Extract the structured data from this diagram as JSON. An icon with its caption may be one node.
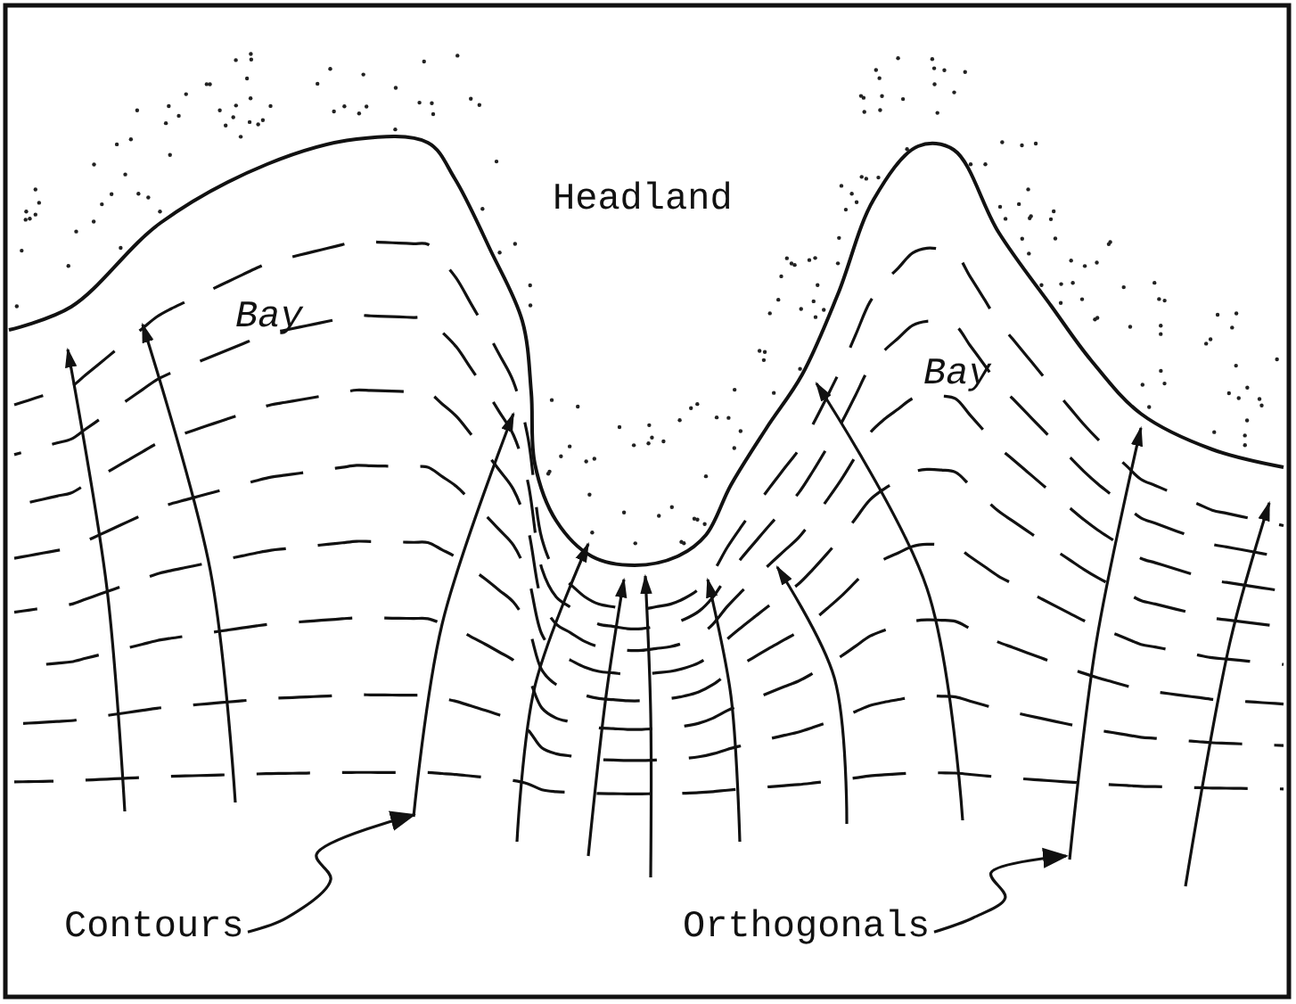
{
  "diagram": {
    "nodes": [
      {
        "text": [
          "Contours"
        ]
      },
      {
        "text": [
          "Orthogonals"
        ]
      }
    ],
    "edges": [
      {
        "from": 0,
        "to": null,
        "arrow": "to"
      },
      {
        "from": 1,
        "to": null,
        "arrow": "to"
      }
    ],
    "labels": [
      "Headland",
      "Bay",
      "Bay"
    ]
  }
}
